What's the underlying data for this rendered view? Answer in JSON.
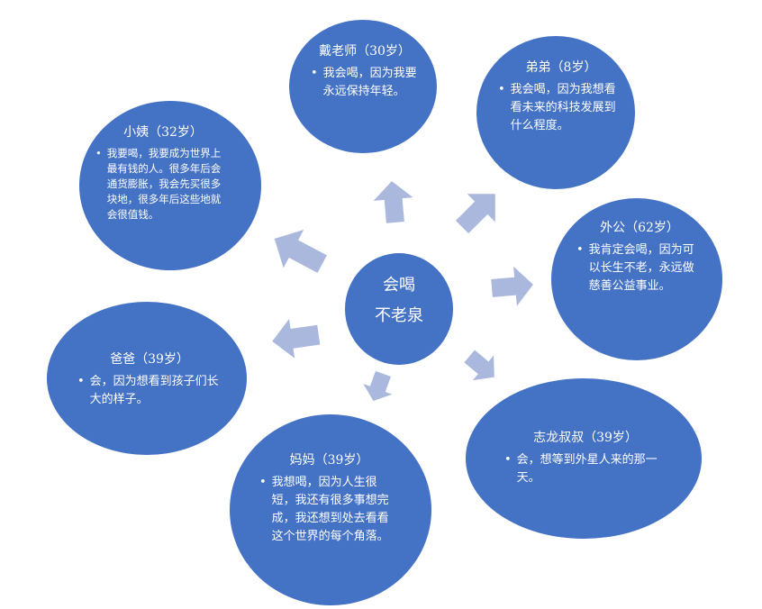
{
  "colors": {
    "node": "#4472C4",
    "arrow": "#A9B8DC"
  },
  "center": {
    "line1": "会喝",
    "line2": "不老泉"
  },
  "nodes": [
    {
      "title": "戴老师（30岁）",
      "text": "我会喝，因为我要永远保持年轻。"
    },
    {
      "title": "弟弟（8岁）",
      "text": "我会喝，因为我想看看未来的科技发展到什么程度。"
    },
    {
      "title": "小姨（32岁）",
      "text": "我要喝，我要成为世界上最有钱的人。很多年后会通货膨胀，我会先买很多块地，很多年后这些地就会很值钱。"
    },
    {
      "title": "外公（62岁）",
      "text": "我肯定会喝，因为可以长生不老，永远做慈善公益事业。"
    },
    {
      "title": "爸爸（39岁）",
      "text": "会，因为想看到孩子们长大的样子。"
    },
    {
      "title": "志龙叔叔（39岁）",
      "text": "会，想等到外星人来的那一天。"
    },
    {
      "title": "妈妈（39岁）",
      "text": "我想喝，因为人生很短，我还有很多事想完成，我还想到处去看看这个世界的每个角落。"
    }
  ]
}
